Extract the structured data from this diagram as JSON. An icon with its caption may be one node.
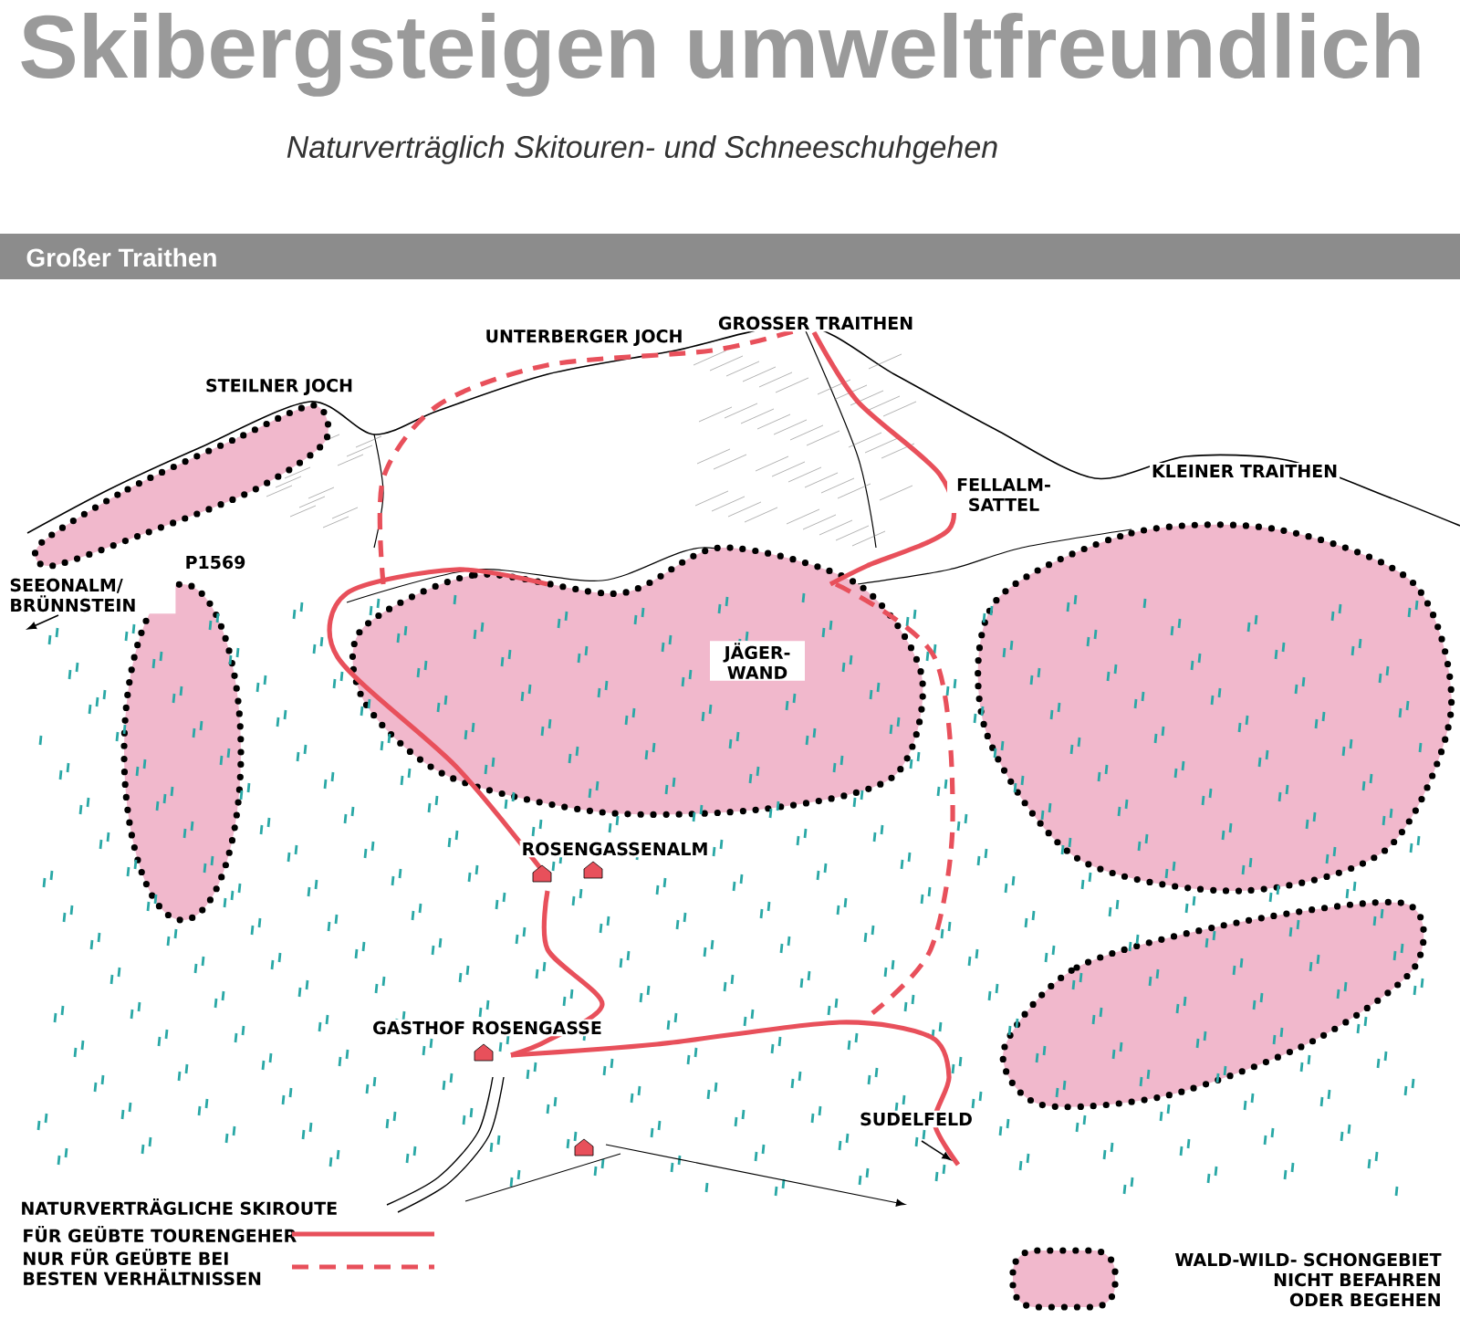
{
  "diagram": {
    "title": "Skibergsteigen umweltfreundlich",
    "labels": [
      "Naturverträglich Skitouren- und Schneeschuhgehen",
      "Großer Traithen",
      "UNTERBERGER JOCH",
      "GROSSER TRAITHEN",
      "STEILNER JOCH",
      "KLEINER TRAITHEN",
      "FELLALM- SATTEL",
      "P1569",
      "SEEONALM/ BRÜNNSTEIN",
      "JÄGER- WAND",
      "ROSENGASSENALM",
      "GASTHOF ROSENGASSE",
      "SUDELFELD",
      "NATURVERTRÄGLICHE SKIROUTE"
    ],
    "legend": [
      {
        "text": "FÜR GEÜBTE TOURENGEHER"
      },
      {
        "text": "NUR FÜR GEÜBTE BEI BESTEN VERHÄLTNISSEN"
      },
      {
        "text": "WALD-WILD- SCHONGEBIET NICHT BEFAHREN ODER BEGEHEN"
      }
    ]
  }
}
